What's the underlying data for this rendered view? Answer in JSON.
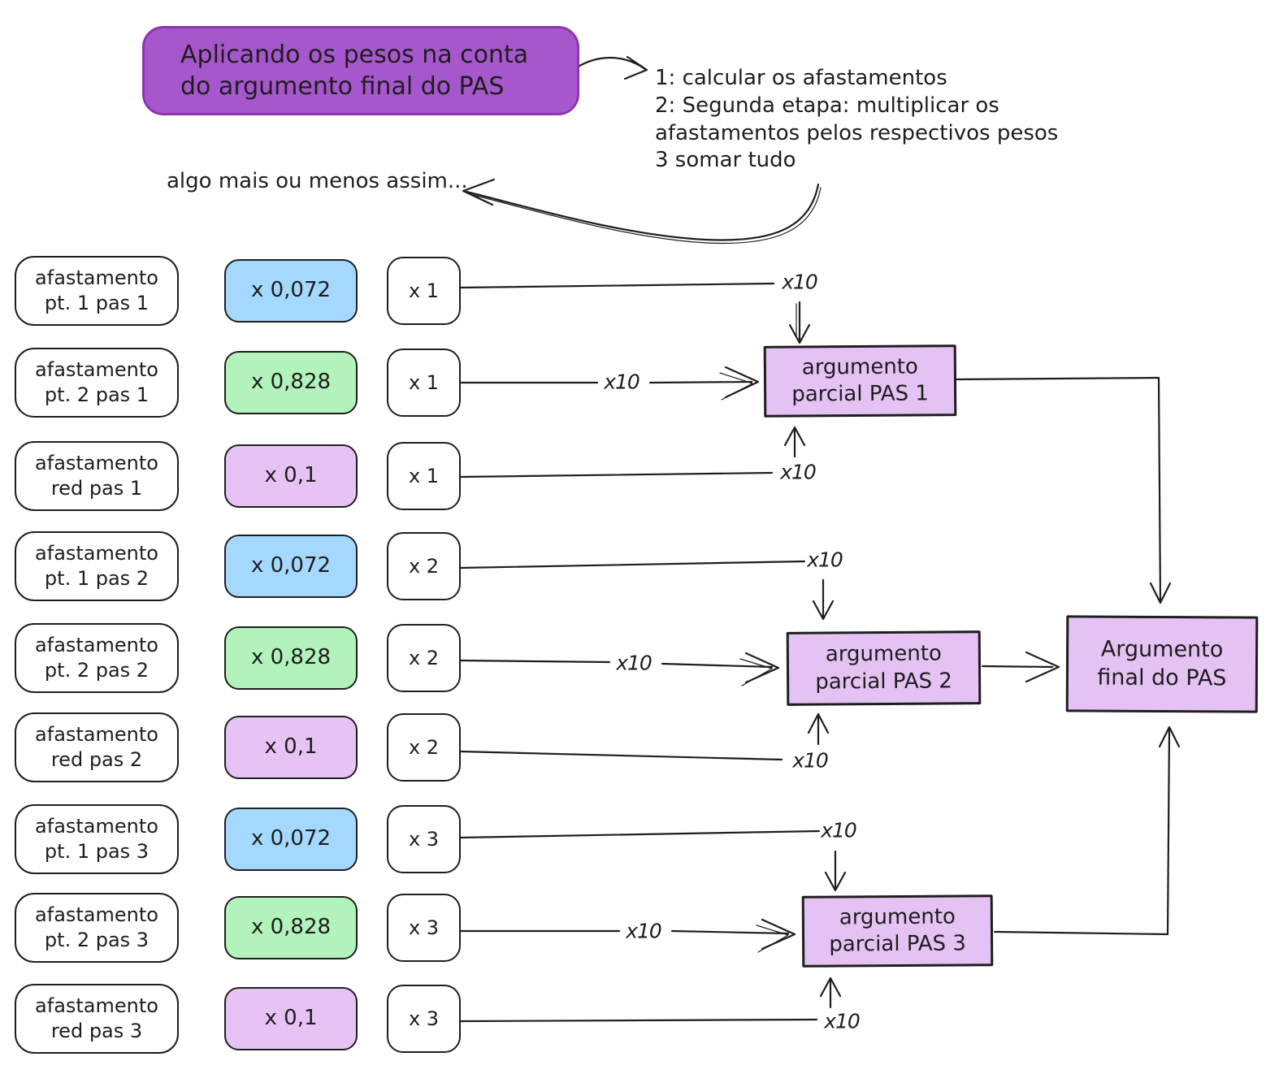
{
  "title": "Aplicando os pesos na conta\ndo argumento final do PAS",
  "steps": "1: calcular os afastamentos\n2: Segunda etapa: multiplicar os\nafastamentos pelos respectivos pesos\n3 somar tudo",
  "note": "algo mais ou menos assim...",
  "x10_label": "x10",
  "rows": [
    {
      "afastamento": "afastamento\npt. 1 pas 1",
      "peso": "x 0,072",
      "peso_color": "#a5d8ff",
      "etapa": "x 1"
    },
    {
      "afastamento": "afastamento\npt. 2 pas 1",
      "peso": "x 0,828",
      "peso_color": "#b2f2bb",
      "etapa": "x 1"
    },
    {
      "afastamento": "afastamento\nred pas 1",
      "peso": "x 0,1",
      "peso_color": "#e6c3f4",
      "etapa": "x 1"
    },
    {
      "afastamento": "afastamento\npt. 1 pas 2",
      "peso": "x 0,072",
      "peso_color": "#a5d8ff",
      "etapa": "x 2"
    },
    {
      "afastamento": "afastamento\npt. 2 pas 2",
      "peso": "x 0,828",
      "peso_color": "#b2f2bb",
      "etapa": "x 2"
    },
    {
      "afastamento": "afastamento\nred pas 2",
      "peso": "x 0,1",
      "peso_color": "#e6c3f4",
      "etapa": "x 2"
    },
    {
      "afastamento": "afastamento\npt. 1 pas 3",
      "peso": "x 0,072",
      "peso_color": "#a5d8ff",
      "etapa": "x 3"
    },
    {
      "afastamento": "afastamento\npt. 2 pas 3",
      "peso": "x 0,828",
      "peso_color": "#b2f2bb",
      "etapa": "x 3"
    },
    {
      "afastamento": "afastamento\nred pas 3",
      "peso": "x 0,1",
      "peso_color": "#e6c3f4",
      "etapa": "x 3"
    }
  ],
  "parcial": [
    {
      "label": "argumento\nparcial PAS 1"
    },
    {
      "label": "argumento\nparcial PAS 2"
    },
    {
      "label": "argumento\nparcial PAS 3"
    }
  ],
  "final": "Argumento\nfinal do PAS",
  "colors": {
    "title_bg": "#a657cd",
    "title_border": "#8e35ae",
    "peso_blue": "#a5d8ff",
    "peso_green": "#b2f2bb",
    "peso_violet": "#e6c3f4",
    "argumento_box": "#e4c2f3",
    "stroke": "#1e1e1e",
    "background": "#ffffff"
  }
}
